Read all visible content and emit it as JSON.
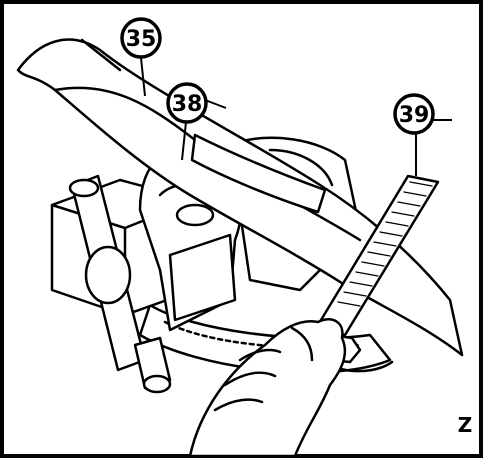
{
  "callouts": [
    {
      "id": "callout-35",
      "label": "35"
    },
    {
      "id": "callout-38",
      "label": "38"
    },
    {
      "id": "callout-39",
      "label": "39"
    }
  ],
  "figure_letter": "Z",
  "colors": {
    "ink": "#000000",
    "paper": "#ffffff"
  }
}
